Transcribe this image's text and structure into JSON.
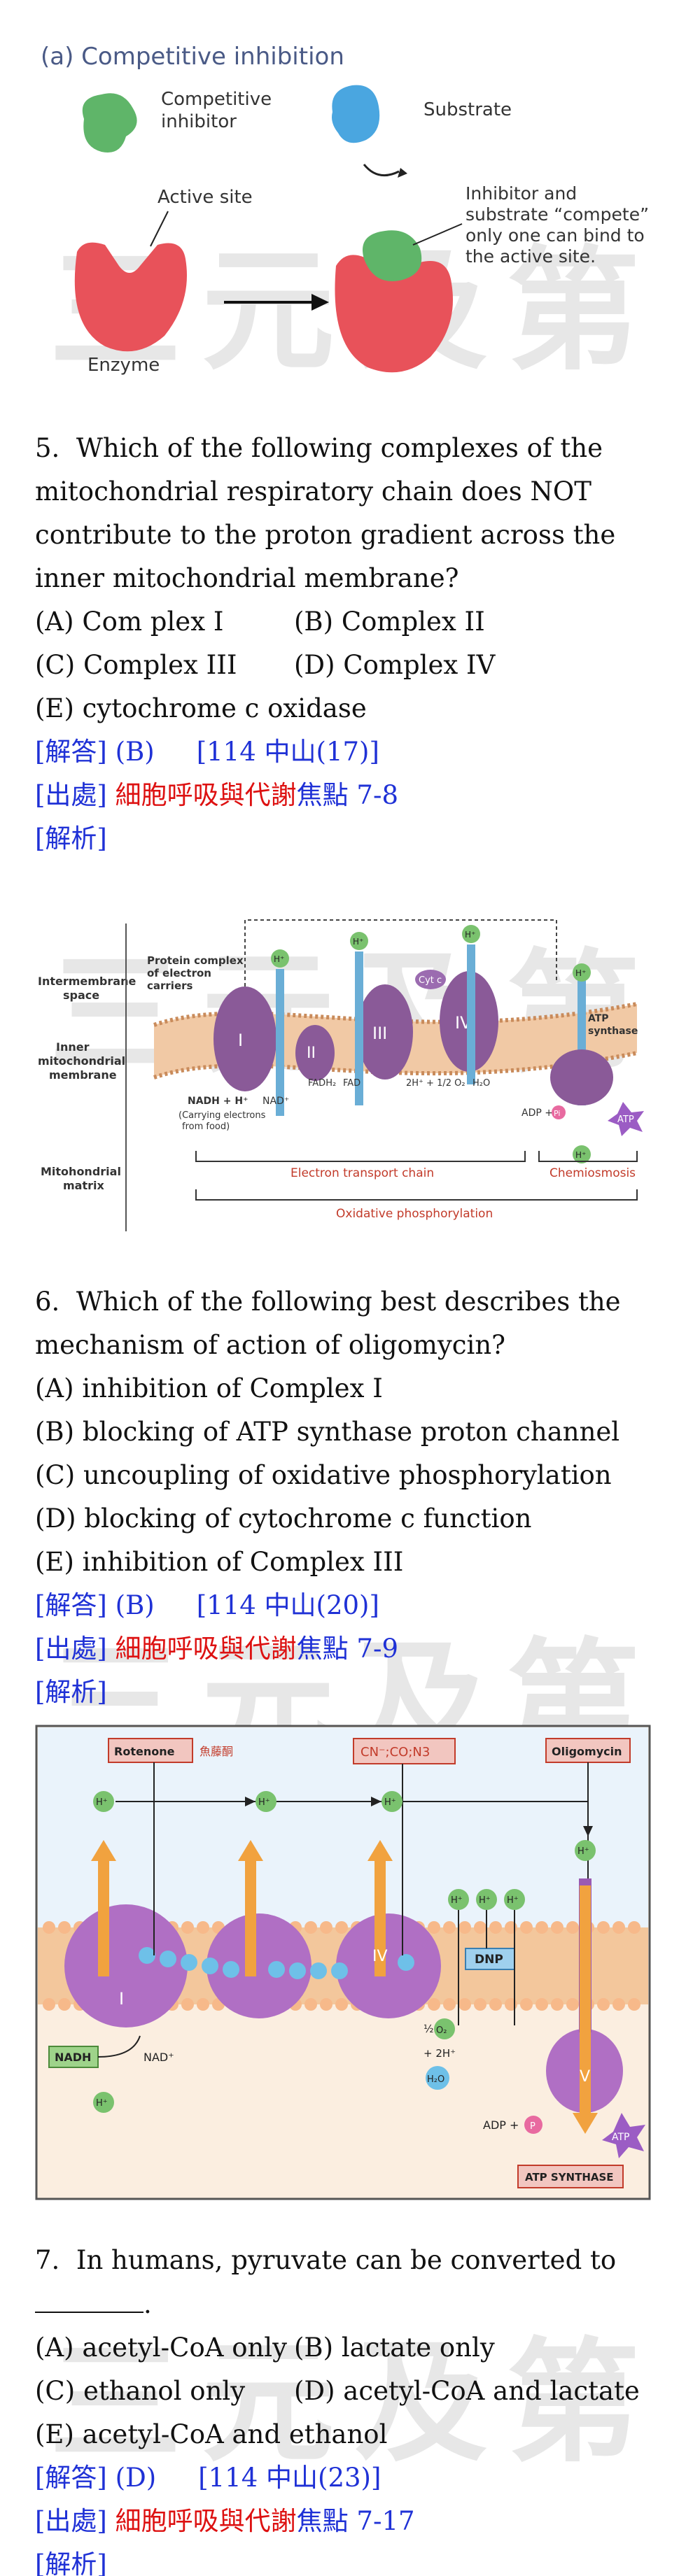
{
  "watermark": "三元及第",
  "figure1": {
    "title": "(a) Competitive inhibition",
    "competitive_inhibitor": "Competitive inhibitor",
    "substrate": "Substrate",
    "active_site": "Active site",
    "enzyme": "Enzyme",
    "compete_note_1": "Inhibitor and",
    "compete_note_2": "substrate “compete”",
    "compete_note_3": "only one can bind to",
    "compete_note_4": "the active site."
  },
  "q5": {
    "number": "5.",
    "text": "Which of the following complexes of the mitochondrial respiratory chain does NOT contribute to the proton gradient across the inner mitochondrial membrane?",
    "options": [
      "(A) Com plex I",
      "(B) Complex II",
      "(C) Complex III",
      "(D) Complex IV",
      "(E) cytochrome c oxidase"
    ],
    "answer_label": "[解答]",
    "answer": "(B)",
    "ref": "[114 中山(17)]",
    "source_label": "[出處]",
    "source_topic": "細胞呼吸與代謝",
    "source_point": "焦點 7-8",
    "analysis_label": "[解析]"
  },
  "figure2": {
    "intermembrane": [
      "Intermembrane",
      "space"
    ],
    "inner": [
      "Inner",
      "mitochondrial",
      "membrane"
    ],
    "matrix": [
      "Mitohondrial",
      "matrix"
    ],
    "protein_complex": [
      "Protein complex",
      "of electron",
      "carriers"
    ],
    "roman": [
      "I",
      "II",
      "III",
      "IV"
    ],
    "cytc": "Cyt c",
    "h": "H⁺",
    "fadh2": "FADH₂",
    "fad": "FAD",
    "nadh": "NADH + H⁺",
    "nad": "NAD⁺",
    "carrying": [
      "(Carrying electrons",
      "from food)"
    ],
    "o2": "2H⁺ + 1/2 O₂",
    "h2o": "H₂O",
    "atp_synthase": [
      "ATP",
      "synthase"
    ],
    "adp": "ADP +",
    "pi": "Pi",
    "atp": "ATP",
    "etc": "Electron transport chain",
    "chemiosmosis": "Chemiosmosis",
    "oxphos": "Oxidative phosphorylation"
  },
  "q6": {
    "number": "6.",
    "text": "Which of the following best describes the mechanism of action of oligomycin?",
    "options": [
      "(A) inhibition of Complex I",
      "(B) blocking of ATP synthase proton channel",
      "(C) uncoupling of oxidative phosphorylation",
      "(D) blocking of cytochrome c function",
      "(E) inhibition of Complex III"
    ],
    "answer_label": "[解答]",
    "answer": "(B)",
    "ref": "[114 中山(20)]",
    "source_label": "[出處]",
    "source_topic": "細胞呼吸與代謝",
    "source_point": "焦點 7-9",
    "analysis_label": "[解析]"
  },
  "figure3": {
    "rotenone": "Rotenone",
    "rotenone_cn": "魚藤酮",
    "cn": "CN⁻;CO;N3",
    "oligomycin": "Oligomycin",
    "h": "H⁺",
    "roman_i": "I",
    "roman_iv": "IV",
    "roman_v": "V",
    "dnp": "DNP",
    "nadh": "NADH",
    "nad": "NAD⁺",
    "half": "½",
    "o2": "O₂",
    "plus2h": "+ 2H⁺",
    "h2o": "H₂O",
    "adp": "ADP +",
    "p": "P",
    "atp": "ATP",
    "atp_synthase": "ATP SYNTHASE"
  },
  "q7": {
    "number": "7.",
    "text": "In humans, pyruvate can be converted to",
    "period": ".",
    "options": [
      "(A) acetyl-CoA only",
      "(B) lactate only",
      "(C) ethanol only",
      "(D) acetyl-CoA and lactate",
      "(E) acetyl-CoA and ethanol"
    ],
    "answer_label": "[解答]",
    "answer": "(D)",
    "ref": "[114 中山(23)]",
    "source_label": "[出處]",
    "source_topic": "細胞呼吸與代謝",
    "source_point": "焦點 7-17",
    "analysis_label": "[解析]"
  }
}
